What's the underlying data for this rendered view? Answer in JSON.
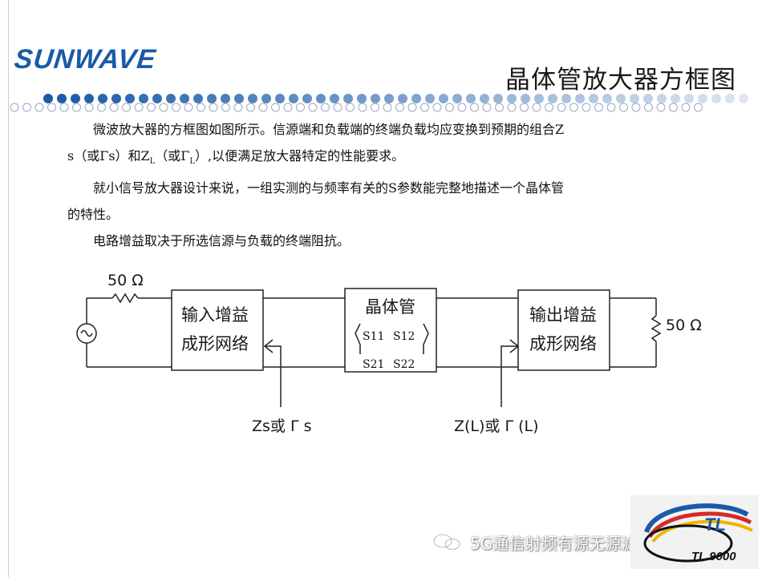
{
  "header": {
    "logo_text": "SUNWAVE",
    "title": "晶体管放大器方框图"
  },
  "body": {
    "p1_line1": "微波放大器的方框图如图所示。信源端和负载端的终端负载均应变换到预期的组合Z",
    "p1_line2a": "s（或Γs）和Z",
    "p1_line2_sub1": "L",
    "p1_line2b": "（或Γ",
    "p1_line2_sub2": "L",
    "p1_line2c": "）,以便满足放大器特定的性能要求。",
    "p2_line1": "就小信号放大器设计来说，一组实测的与频率有关的S参数能完整地描述一个晶体管",
    "p2_line2": "的特性。",
    "p3": "电路增益取决于所选信源与负载的终端阻抗。"
  },
  "diagram": {
    "source_resistor_label": "50 Ω",
    "input_network_line1": "输入增益",
    "input_network_line2": "成形网络",
    "transistor_title": "晶体管",
    "s11": "S11",
    "s12": "S12",
    "s21": "S21",
    "s22": "S22",
    "output_network_line1": "输出增益",
    "output_network_line2": "成形网络",
    "load_resistor_label": "50 Ω",
    "source_reflection_label": "Zs或 Γ s",
    "load_reflection_label": "Z(L)或 Γ (L)"
  },
  "footer": {
    "watermark": "5G通信射频有源无源滤波器天线",
    "corner_logo_text": "TL 9000"
  },
  "colors": {
    "brand_blue": "#1a5aa8",
    "dot_blue": "#1a5aa8",
    "line_color": "#222222"
  }
}
